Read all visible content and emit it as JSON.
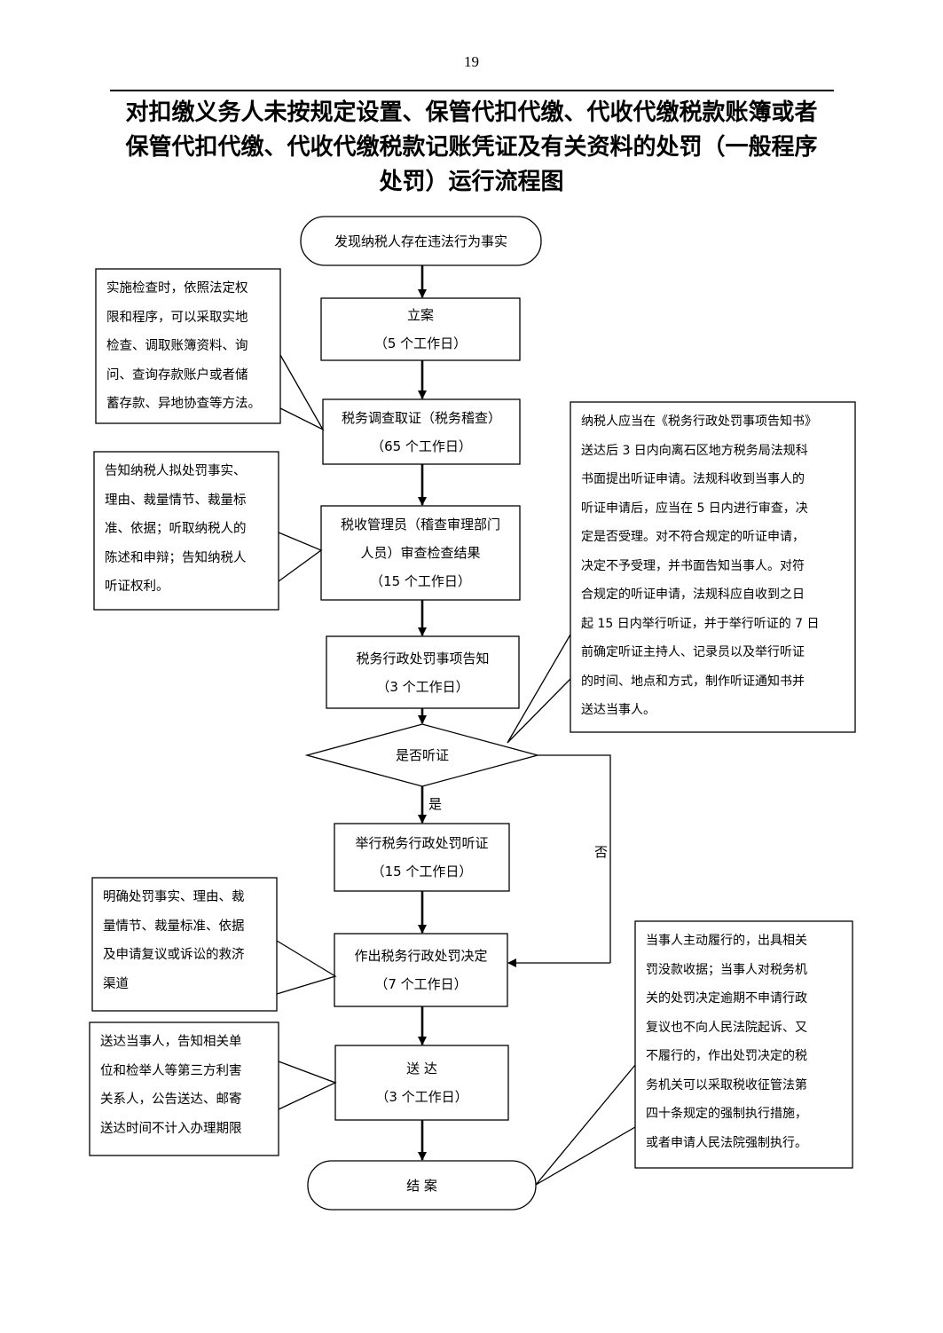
{
  "page_number": "19",
  "title": {
    "line1": "对扣缴义务人未按规定设置、保管代扣代缴、代收代缴税款账簿或者",
    "line2": "保管代扣代缴、代收代缴税款记账凭证及有关资料的处罚（一般程序",
    "line3": "处罚）运行流程图"
  },
  "steps": {
    "start": "发现纳税人存在违法行为事实",
    "filing": {
      "name": "立案",
      "time": "（5 个工作日）"
    },
    "investigation": {
      "name": "税务调查取证（税务稽查）",
      "time": "（65 个工作日）"
    },
    "review": {
      "name_line1": "税收管理员（稽查审理部门",
      "name_line2": "人员）审查检查结果",
      "time": "（15 个工作日）"
    },
    "notice": {
      "name": "税务行政处罚事项告知",
      "time": "（3 个工作日）"
    },
    "decision_q": "是否听证",
    "hearing": {
      "name": "举行税务行政处罚听证",
      "time": "（15 个工作日）"
    },
    "decision": {
      "name": "作出税务行政处罚决定",
      "time": "（7 个工作日）"
    },
    "delivery": {
      "name": "送 达",
      "time": "（3 个工作日）"
    },
    "end": "结 案"
  },
  "branch_labels": {
    "yes": "是",
    "no": "否"
  },
  "notes": {
    "inspection_methods": [
      "实施检查时，依照法定权",
      "限和程序，可以采取实地",
      "检查、调取账簿资料、询",
      "问、查询存款账户或者储",
      "蓄存款、异地协查等方法。"
    ],
    "notify_rights": [
      "告知纳税人拟处罚事实、",
      "理由、裁量情节、裁量标",
      "准、依据；听取纳税人的",
      "陈述和申辩；告知纳税人",
      "听证权利。"
    ],
    "hearing_procedure": [
      "纳税人应当在《税务行政处罚事项告知书》",
      "送达后 3 日内向离石区地方税务局法规科",
      "书面提出听证申请。法规科收到当事人的",
      "听证申请后，应当在 5 日内进行审查，决",
      "定是否受理。对不符合规定的听证申请，",
      "决定不予受理，并书面告知当事人。对符",
      "合规定的听证申请，法规科应自收到之日",
      "起 15 日内举行听证，并于举行听证的 7 日",
      "前确定听证主持人、记录员以及举行听证",
      "的时间、地点和方式，制作听证通知书并",
      "送达当事人。"
    ],
    "decision_content": [
      "明确处罚事实、理由、裁",
      "量情节、裁量标准、依据",
      "及申请复议或诉讼的救济",
      "渠道"
    ],
    "delivery_content": [
      "送达当事人，告知相关单",
      "位和检举人等第三方利害",
      "关系人，公告送达、邮寄",
      "送达时间不计入办理期限"
    ],
    "enforcement": [
      "当事人主动履行的，出具相关",
      "罚没款收据；当事人对税务机",
      "关的处罚决定逾期不申请行政",
      "复议也不向人民法院起诉、又",
      "不履行的，作出处罚决定的税",
      "务机关可以采取税收征管法第",
      "四十条规定的强制执行措施，",
      "或者申请人民法院强制执行。"
    ]
  }
}
